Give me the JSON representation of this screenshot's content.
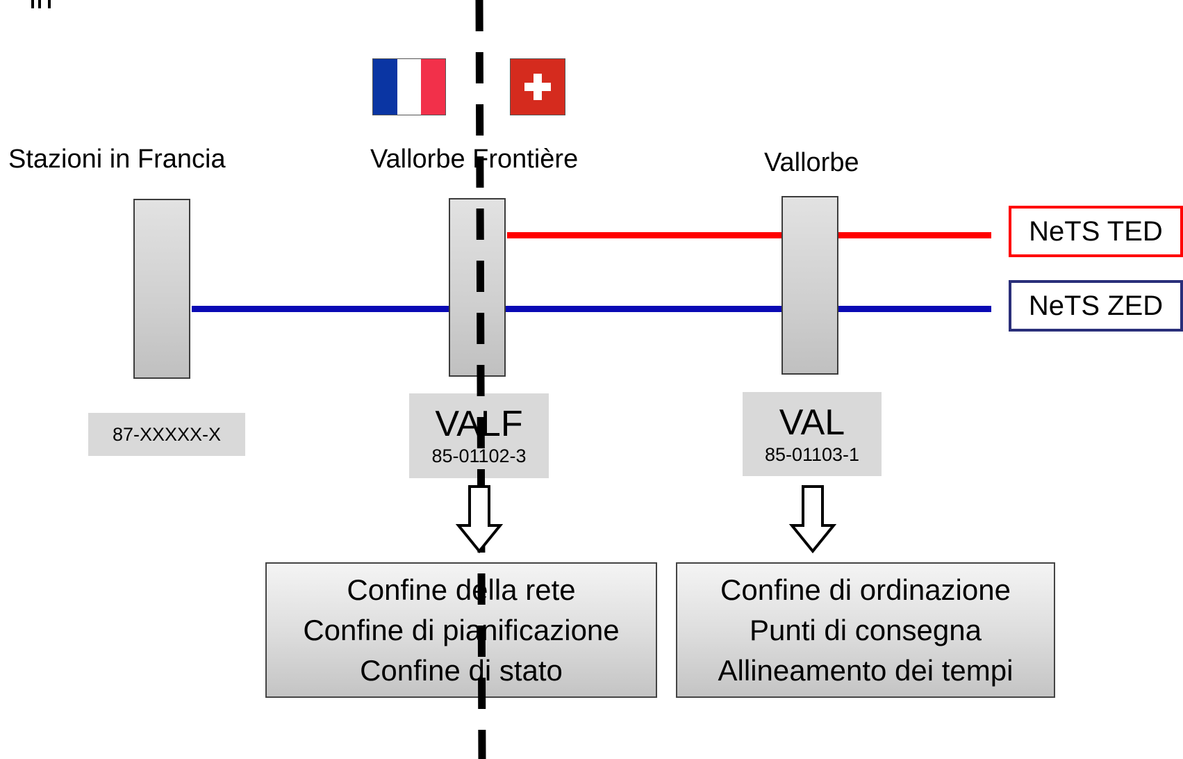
{
  "stations": [
    {
      "label": "Stazioni in Francia",
      "code": "87-XXXXX-X"
    },
    {
      "label": "Vallorbe Frontière",
      "abbr": "VALF",
      "code": "85-01102-3"
    },
    {
      "label": "Vallorbe",
      "abbr": "VAL",
      "code": "85-01103-1"
    }
  ],
  "networks": [
    {
      "label": "NeTS TED",
      "color": "#ff0000"
    },
    {
      "label": "NeTS ZED",
      "color": "#0a0ab4",
      "border": "#2a2f7a"
    }
  ],
  "flags": {
    "france": [
      "#0a35a3",
      "#ffffff",
      "#f2304a"
    ],
    "switzerland": "#d52b1e"
  },
  "boxes": [
    {
      "lines": [
        "Confine della rete",
        "Confine di pianificazione",
        "Confine di stato"
      ]
    },
    {
      "lines": [
        "Confine di ordinazione",
        "Punti di consegna",
        "Allineamento dei tempi"
      ]
    }
  ]
}
